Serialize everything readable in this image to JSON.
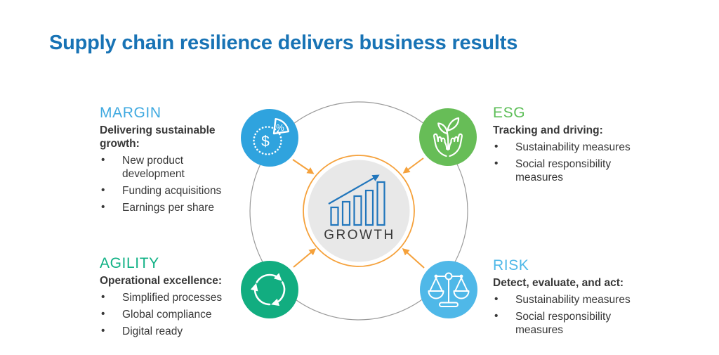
{
  "title": "Supply chain resilience delivers business results",
  "center": {
    "label": "GROWTH",
    "icon": "growth-bar-chart-icon"
  },
  "sections": [
    {
      "id": "margin",
      "heading": "MARGIN",
      "subheading": "Delivering sustainable growth:",
      "bullets": [
        "New product development",
        "Funding acquisitions",
        "Earnings per share"
      ],
      "icon": "pie-percent-dollar-icon"
    },
    {
      "id": "esg",
      "heading": "ESG",
      "subheading": "Tracking and driving:",
      "bullets": [
        "Sustainability measures",
        "Social responsibility measures"
      ],
      "icon": "hands-plant-icon"
    },
    {
      "id": "agility",
      "heading": "AGILITY",
      "subheading": "Operational excellence:",
      "bullets": [
        "Simplified processes",
        "Global compliance",
        "Digital ready"
      ],
      "icon": "cycle-arrows-icon"
    },
    {
      "id": "risk",
      "heading": "RISK",
      "subheading": "Detect, evaluate, and act:",
      "bullets": [
        "Sustainability measures",
        "Social responsibility measures"
      ],
      "icon": "balance-scale-icon"
    }
  ],
  "icon_glyphs": {
    "dollar": "$",
    "percent": "%"
  },
  "colors": {
    "title": "#1873b5",
    "margin": "#3fa9e0",
    "esg": "#5cbe57",
    "agility": "#10b185",
    "risk": "#4fb8e8",
    "margin_circle": "#2fa3de",
    "esg_circle": "#67bd57",
    "agility_circle": "#12ad80",
    "risk_circle": "#4fb8e8",
    "orange": "#f5a13b",
    "center_fill": "#e8e8e8",
    "outer_ring": "#9a9a9a",
    "chart_blue": "#2176bc",
    "text": "#383838",
    "background": "#ffffff"
  }
}
